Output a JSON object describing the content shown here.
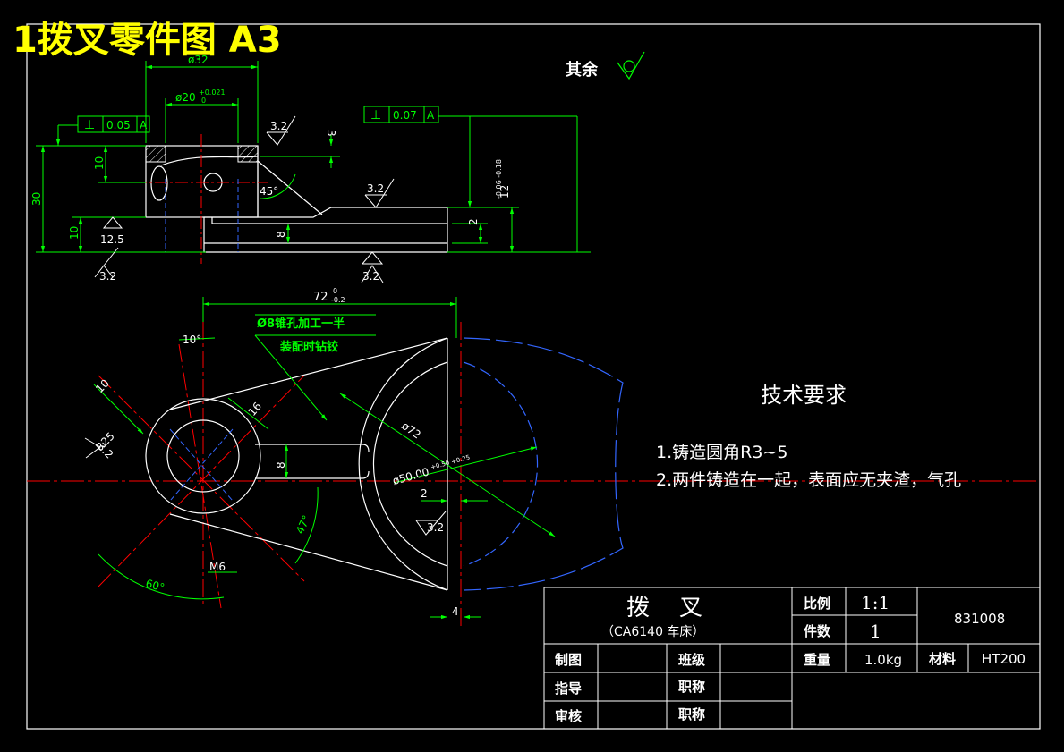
{
  "title": "1拨叉零件图  A3",
  "roughness_note": {
    "label": "其余"
  },
  "tech": {
    "heading": "技术要求",
    "items": [
      "1.铸造圆角R3~5",
      "2.两件铸造在一起，表面应无夹渣，气孔"
    ]
  },
  "callout": {
    "line1": "Ø8锥孔加工一半",
    "line2": "装配时钻铰"
  },
  "dims": {
    "d32": "ø32",
    "d20": "ø20",
    "d20_tol_up": "+0.021",
    "d20_tol_low": "0",
    "len72": "72",
    "len72_tol_up": "0",
    "len72_tol_low": "-0.2",
    "d30": "30",
    "d10a": "10",
    "d10b": "10",
    "d8a": "8",
    "d8b": "8",
    "d2a": "2",
    "d2b": "2",
    "d3": "3",
    "d12": "12",
    "d12_tol": "-0.06 -0.18",
    "ang45": "45°",
    "ang10": "10°",
    "ang47": "47°",
    "ang60": "60°",
    "d16": "16",
    "dd10": "10",
    "r25": "R25",
    "d72": "ø72",
    "d50": "ø50.00",
    "d50_tol": "+0.50 +0.25",
    "d4": "4",
    "m6": "M6"
  },
  "roughness": {
    "r1": "3.2",
    "r2": "3.2",
    "r3": "3.2",
    "r4": "3.2",
    "r5": "3.2",
    "r6": "12.5",
    "r7": "3.2"
  },
  "gdt": {
    "f1_sym": "⊥",
    "f1_val": "0.05",
    "f1_ref": "A",
    "f2_sym": "⊥",
    "f2_val": "0.07",
    "f2_ref": "A"
  },
  "title_block": {
    "name": "拨    叉",
    "machine": "（CA6140 车床）",
    "scale_label": "比例",
    "scale_value": "1:1",
    "count_label": "件数",
    "count_value": "1",
    "weight_label": "重量",
    "weight_value": "1.0kg",
    "material_label": "材料",
    "material_value": "HT200",
    "drawing_no": "831008",
    "draw_label": "制图",
    "class_label": "班级",
    "guide_label": "指导",
    "title_label1": "职称",
    "check_label": "审核",
    "title_label2": "职称"
  },
  "colors": {
    "background": "#000000",
    "outline": "#ffffff",
    "dimension": "#00ff00",
    "centerline": "#ff0000",
    "hidden": "#3366ff",
    "title": "#ffff00"
  }
}
